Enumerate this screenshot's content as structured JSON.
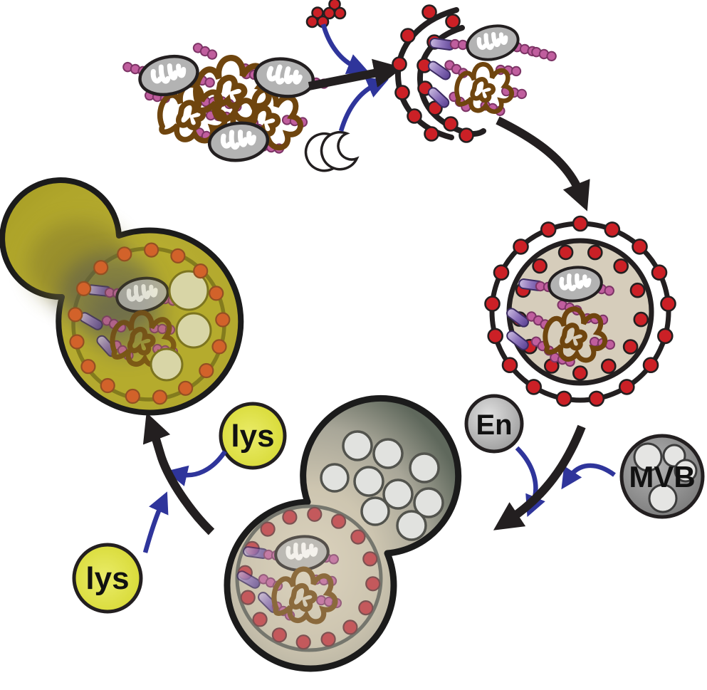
{
  "labels": {
    "endosome": "En",
    "mvb": "MVB",
    "lysosome_upper": "lys",
    "lysosome_lower": "lys"
  },
  "colors": {
    "background": "#ffffff",
    "outline_black": "#231f20",
    "arrow_blue": "#2f359b",
    "cargo_dot_red": "#cb2026",
    "ubiquitin_pink": "#c05e9e",
    "receptor_purple": "#8d73bb",
    "aggregate_brown": "#6f450e",
    "mitochondrion_gray": "#b3b3b3",
    "autophagosome_lumen": "#d6cdbb",
    "amphisome_edge": "#5f685c",
    "lysosome_yellow": "#dbdd3f",
    "autolysosome_olive": "#b0a62b",
    "degradation_dot_orange": "#d2622a"
  }
}
